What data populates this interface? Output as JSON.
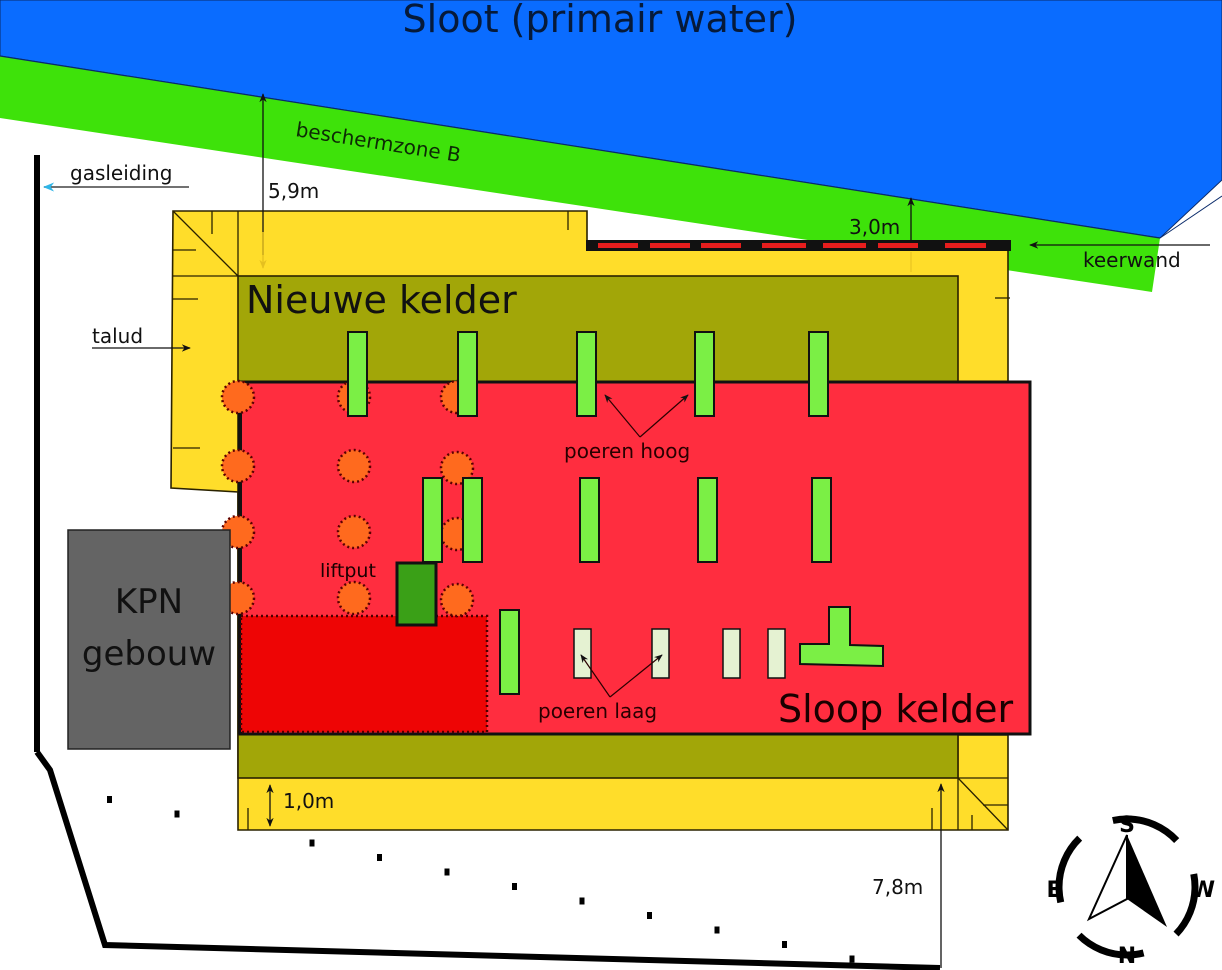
{
  "colors": {
    "water": "#0a6cff",
    "zone": "#3ee20a",
    "talud": "#ffdd2a",
    "new_basement": "#a2a608",
    "old_basement": "#ff2d3f",
    "dark_red_area": "#ee0505",
    "pile_high": "#7bef45",
    "pile_low": "#e5f2d2",
    "lift_shaft": "#3aa017",
    "round_pile": "#ff6a1e",
    "kpn_building": "#646464",
    "wall_dash": "#e51d1d",
    "gas_arrow": "#2fb6e8"
  },
  "labels": {
    "water": "Sloot (primair water)",
    "zone": "beschermzone B",
    "gas": "gasleiding",
    "talud": "talud",
    "new_basement": "Nieuwe kelder",
    "old_basement": "Sloop kelder",
    "kpn_line1": "KPN",
    "kpn_line2": "gebouw",
    "lift": "liftput",
    "piles_high": "poeren hoog",
    "piles_low": "poeren laag",
    "retaining_wall": "keerwand"
  },
  "dimensions": {
    "to_water": "5,9m",
    "to_zone": "3,0m",
    "bottom_slope": "1,0m",
    "to_boundary": "7,8m"
  },
  "compass": {
    "top": "S",
    "bottom": "N",
    "left": "E",
    "right": "W"
  }
}
